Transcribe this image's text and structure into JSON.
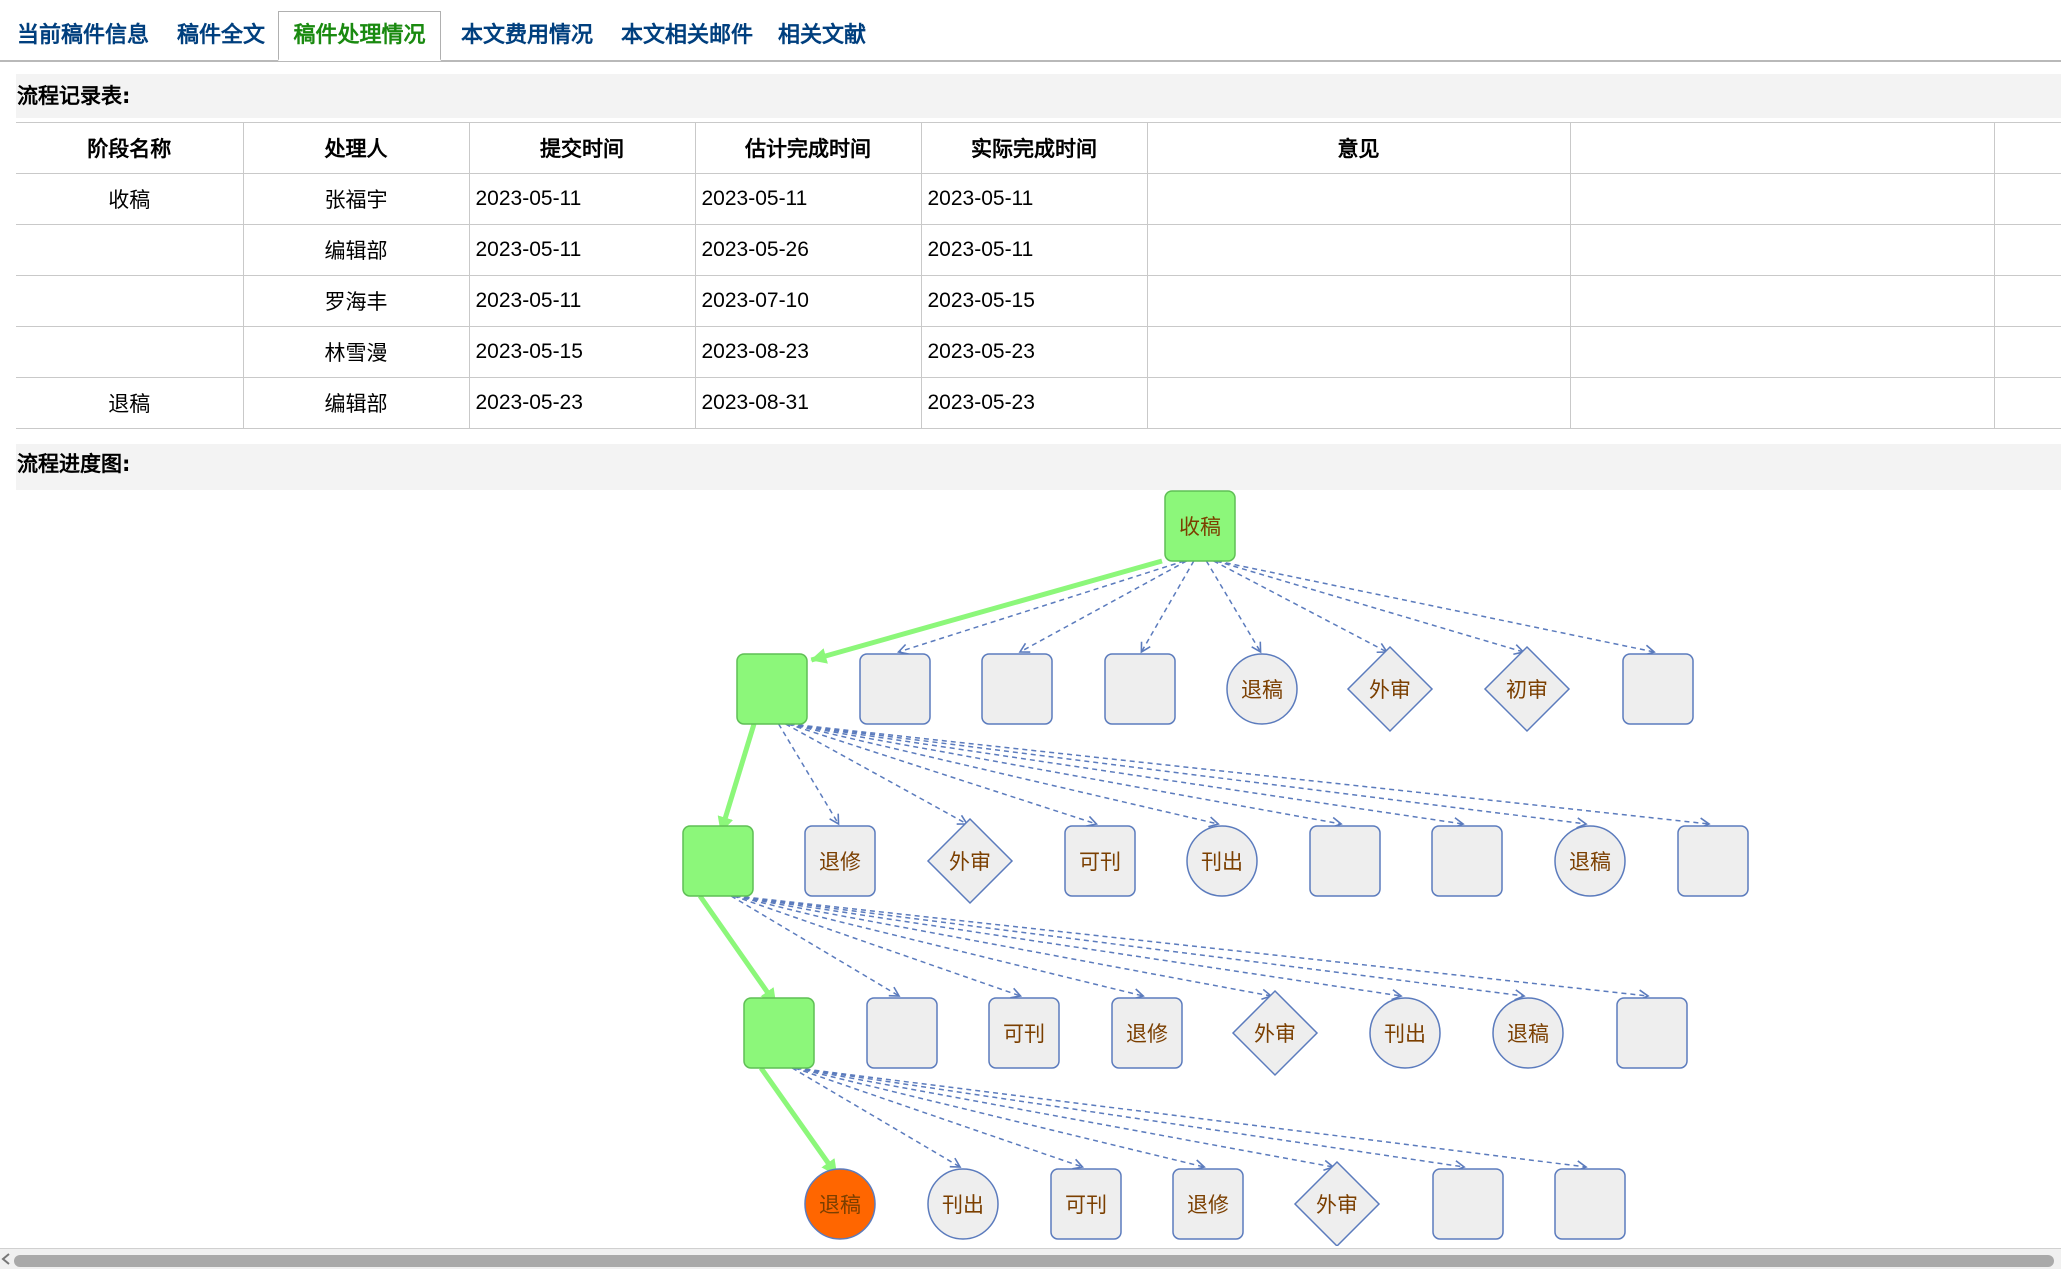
{
  "tabs": [
    {
      "label": "当前稿件信息",
      "active": false
    },
    {
      "label": "稿件全文",
      "active": false
    },
    {
      "label": "稿件处理情况",
      "active": true
    },
    {
      "label": "本文费用情况",
      "active": false
    },
    {
      "label": "本文相关邮件",
      "active": false
    },
    {
      "label": "相关文献",
      "active": false
    }
  ],
  "record_section_title": "流程记录表:",
  "progress_section_title": "流程进度图:",
  "table": {
    "headers": [
      "阶段名称",
      "处理人",
      "提交时间",
      "估计完成时间",
      "实际完成时间",
      "意见",
      ""
    ],
    "rows": [
      [
        "收稿",
        "张福宇",
        "2023-05-11",
        "2023-05-11",
        "2023-05-11",
        "",
        ""
      ],
      [
        "",
        "编辑部",
        "2023-05-11",
        "2023-05-26",
        "2023-05-11",
        "",
        ""
      ],
      [
        "",
        "罗海丰",
        "2023-05-11",
        "2023-07-10",
        "2023-05-15",
        "",
        ""
      ],
      [
        "",
        "林雪漫",
        "2023-05-15",
        "2023-08-23",
        "2023-05-23",
        "",
        ""
      ],
      [
        "退稿",
        "编辑部",
        "2023-05-23",
        "2023-08-31",
        "2023-05-23",
        "",
        ""
      ]
    ]
  },
  "flow": {
    "colors": {
      "active_fill": "#8cf77a",
      "active_stroke": "#5fbf55",
      "final_fill": "#ff6600",
      "node_fill": "#eeeeee",
      "node_stroke": "#5b7bbd",
      "node_text": "#7b3f00",
      "active_edge": "#8cf77a",
      "dashed_edge": "#5b7bbd"
    },
    "rows": [
      [
        {
          "label": "收稿",
          "shape": "rect",
          "state": "active"
        }
      ],
      [
        {
          "label": "",
          "shape": "rect",
          "state": "active"
        },
        {
          "label": "",
          "shape": "rect",
          "state": "normal"
        },
        {
          "label": "",
          "shape": "rect",
          "state": "normal"
        },
        {
          "label": "",
          "shape": "rect",
          "state": "normal"
        },
        {
          "label": "退稿",
          "shape": "circle",
          "state": "normal"
        },
        {
          "label": "外审",
          "shape": "diamond",
          "state": "normal"
        },
        {
          "label": "初审",
          "shape": "diamond",
          "state": "normal"
        },
        {
          "label": "",
          "shape": "rect",
          "state": "normal"
        }
      ],
      [
        {
          "label": "",
          "shape": "rect",
          "state": "active"
        },
        {
          "label": "退修",
          "shape": "rect",
          "state": "normal"
        },
        {
          "label": "外审",
          "shape": "diamond",
          "state": "normal"
        },
        {
          "label": "可刊",
          "shape": "rect",
          "state": "normal"
        },
        {
          "label": "刊出",
          "shape": "circle",
          "state": "normal"
        },
        {
          "label": "",
          "shape": "rect",
          "state": "normal"
        },
        {
          "label": "",
          "shape": "rect",
          "state": "normal"
        },
        {
          "label": "退稿",
          "shape": "circle",
          "state": "normal"
        },
        {
          "label": "",
          "shape": "rect",
          "state": "normal"
        }
      ],
      [
        {
          "label": "",
          "shape": "rect",
          "state": "active"
        },
        {
          "label": "",
          "shape": "rect",
          "state": "normal"
        },
        {
          "label": "可刊",
          "shape": "rect",
          "state": "normal"
        },
        {
          "label": "退修",
          "shape": "rect",
          "state": "normal"
        },
        {
          "label": "外审",
          "shape": "diamond",
          "state": "normal"
        },
        {
          "label": "刊出",
          "shape": "circle",
          "state": "normal"
        },
        {
          "label": "退稿",
          "shape": "circle",
          "state": "normal"
        },
        {
          "label": "",
          "shape": "rect",
          "state": "normal"
        }
      ],
      [
        {
          "label": "退稿",
          "shape": "circle",
          "state": "final"
        },
        {
          "label": "刊出",
          "shape": "circle",
          "state": "normal"
        },
        {
          "label": "可刊",
          "shape": "rect",
          "state": "normal"
        },
        {
          "label": "退修",
          "shape": "rect",
          "state": "normal"
        },
        {
          "label": "外审",
          "shape": "diamond",
          "state": "normal"
        },
        {
          "label": "",
          "shape": "rect",
          "state": "normal"
        },
        {
          "label": "",
          "shape": "rect",
          "state": "normal"
        }
      ]
    ]
  }
}
